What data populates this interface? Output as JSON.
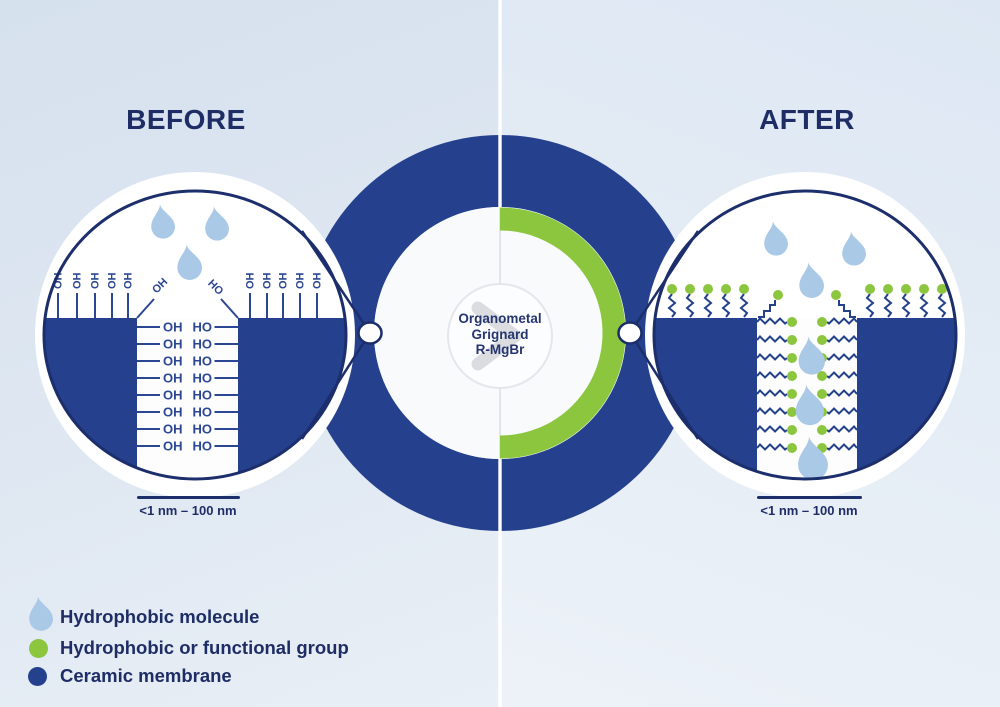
{
  "headers": {
    "before": "BEFORE",
    "after": "AFTER"
  },
  "center_label": {
    "line1": "Organometal",
    "line2": "Grignard",
    "line3": "R-MgBr"
  },
  "before": {
    "surface_label": "OH",
    "diag_left_label": "OH",
    "diag_right_label": "HO",
    "pore_left_label": "OH",
    "pore_right_label": "HO",
    "scale_label": "<1 nm – 100 nm"
  },
  "after": {
    "scale_label": "<1 nm – 100 nm"
  },
  "legend": {
    "items": [
      {
        "icon": "droplet-icon",
        "label": "Hydrophobic molecule",
        "color": "#aac9e7"
      },
      {
        "icon": "green-dot-icon",
        "label": "Hydrophobic or functional group",
        "color": "#8cc63f"
      },
      {
        "icon": "navy-dot-icon",
        "label": "Ceramic membrane",
        "color": "#25418e"
      }
    ]
  },
  "colors": {
    "membrane_navy": "#25418e",
    "outline_navy": "#1c2e6b",
    "bond_navy": "#2b4793",
    "text_navy": "#1e2d66",
    "functional_green": "#8cc63f",
    "droplet_blue": "#aac9e7",
    "background_left": "#dde6f1",
    "background_right": "#e4ecf5"
  }
}
